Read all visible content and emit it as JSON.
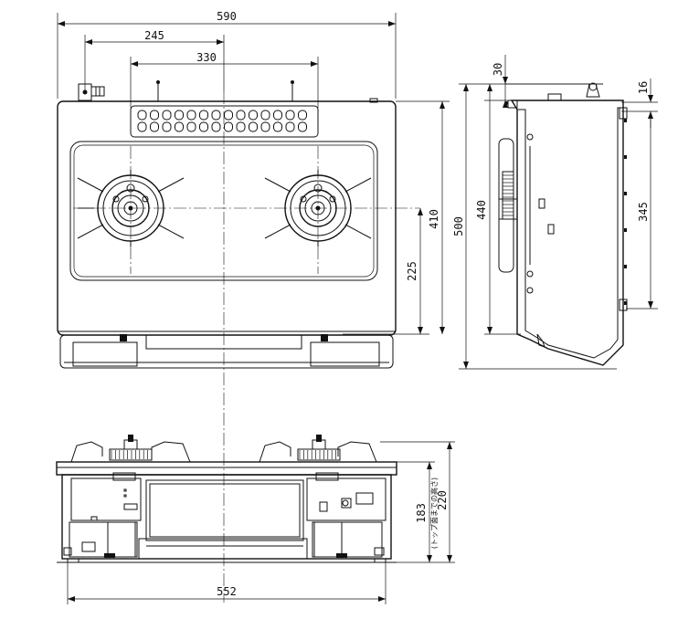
{
  "dimensions": {
    "overall_width": "590",
    "burner_spacing": "245",
    "rear_vent_width": "330",
    "top_offset": "30",
    "right_offset": "16",
    "overall_depth": "500",
    "body_depth": "440",
    "burner_depth": "410",
    "bracket_span": "345",
    "burner_from_front": "225",
    "front_width": "552",
    "height_total": "220",
    "height_to_top": "183",
    "height_note": "(トップ面までの高さ)"
  }
}
